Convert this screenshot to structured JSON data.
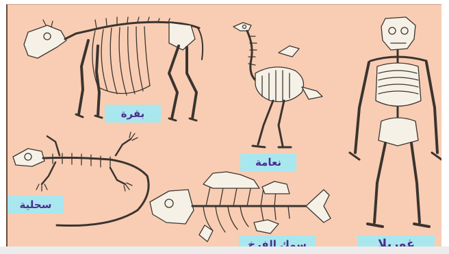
{
  "labels": {
    "cow": "بقرة",
    "ostrich": "نعامة",
    "lizard": "سحلية",
    "fish": "سمك الفرخ",
    "gorilla": "غوريلا"
  },
  "colors": {
    "background": "#f8cdb3",
    "bone": "#f6f1e6",
    "outline": "#3b3430",
    "label_bg": "#a9e7ef",
    "label_text": "#4a2e8e"
  }
}
